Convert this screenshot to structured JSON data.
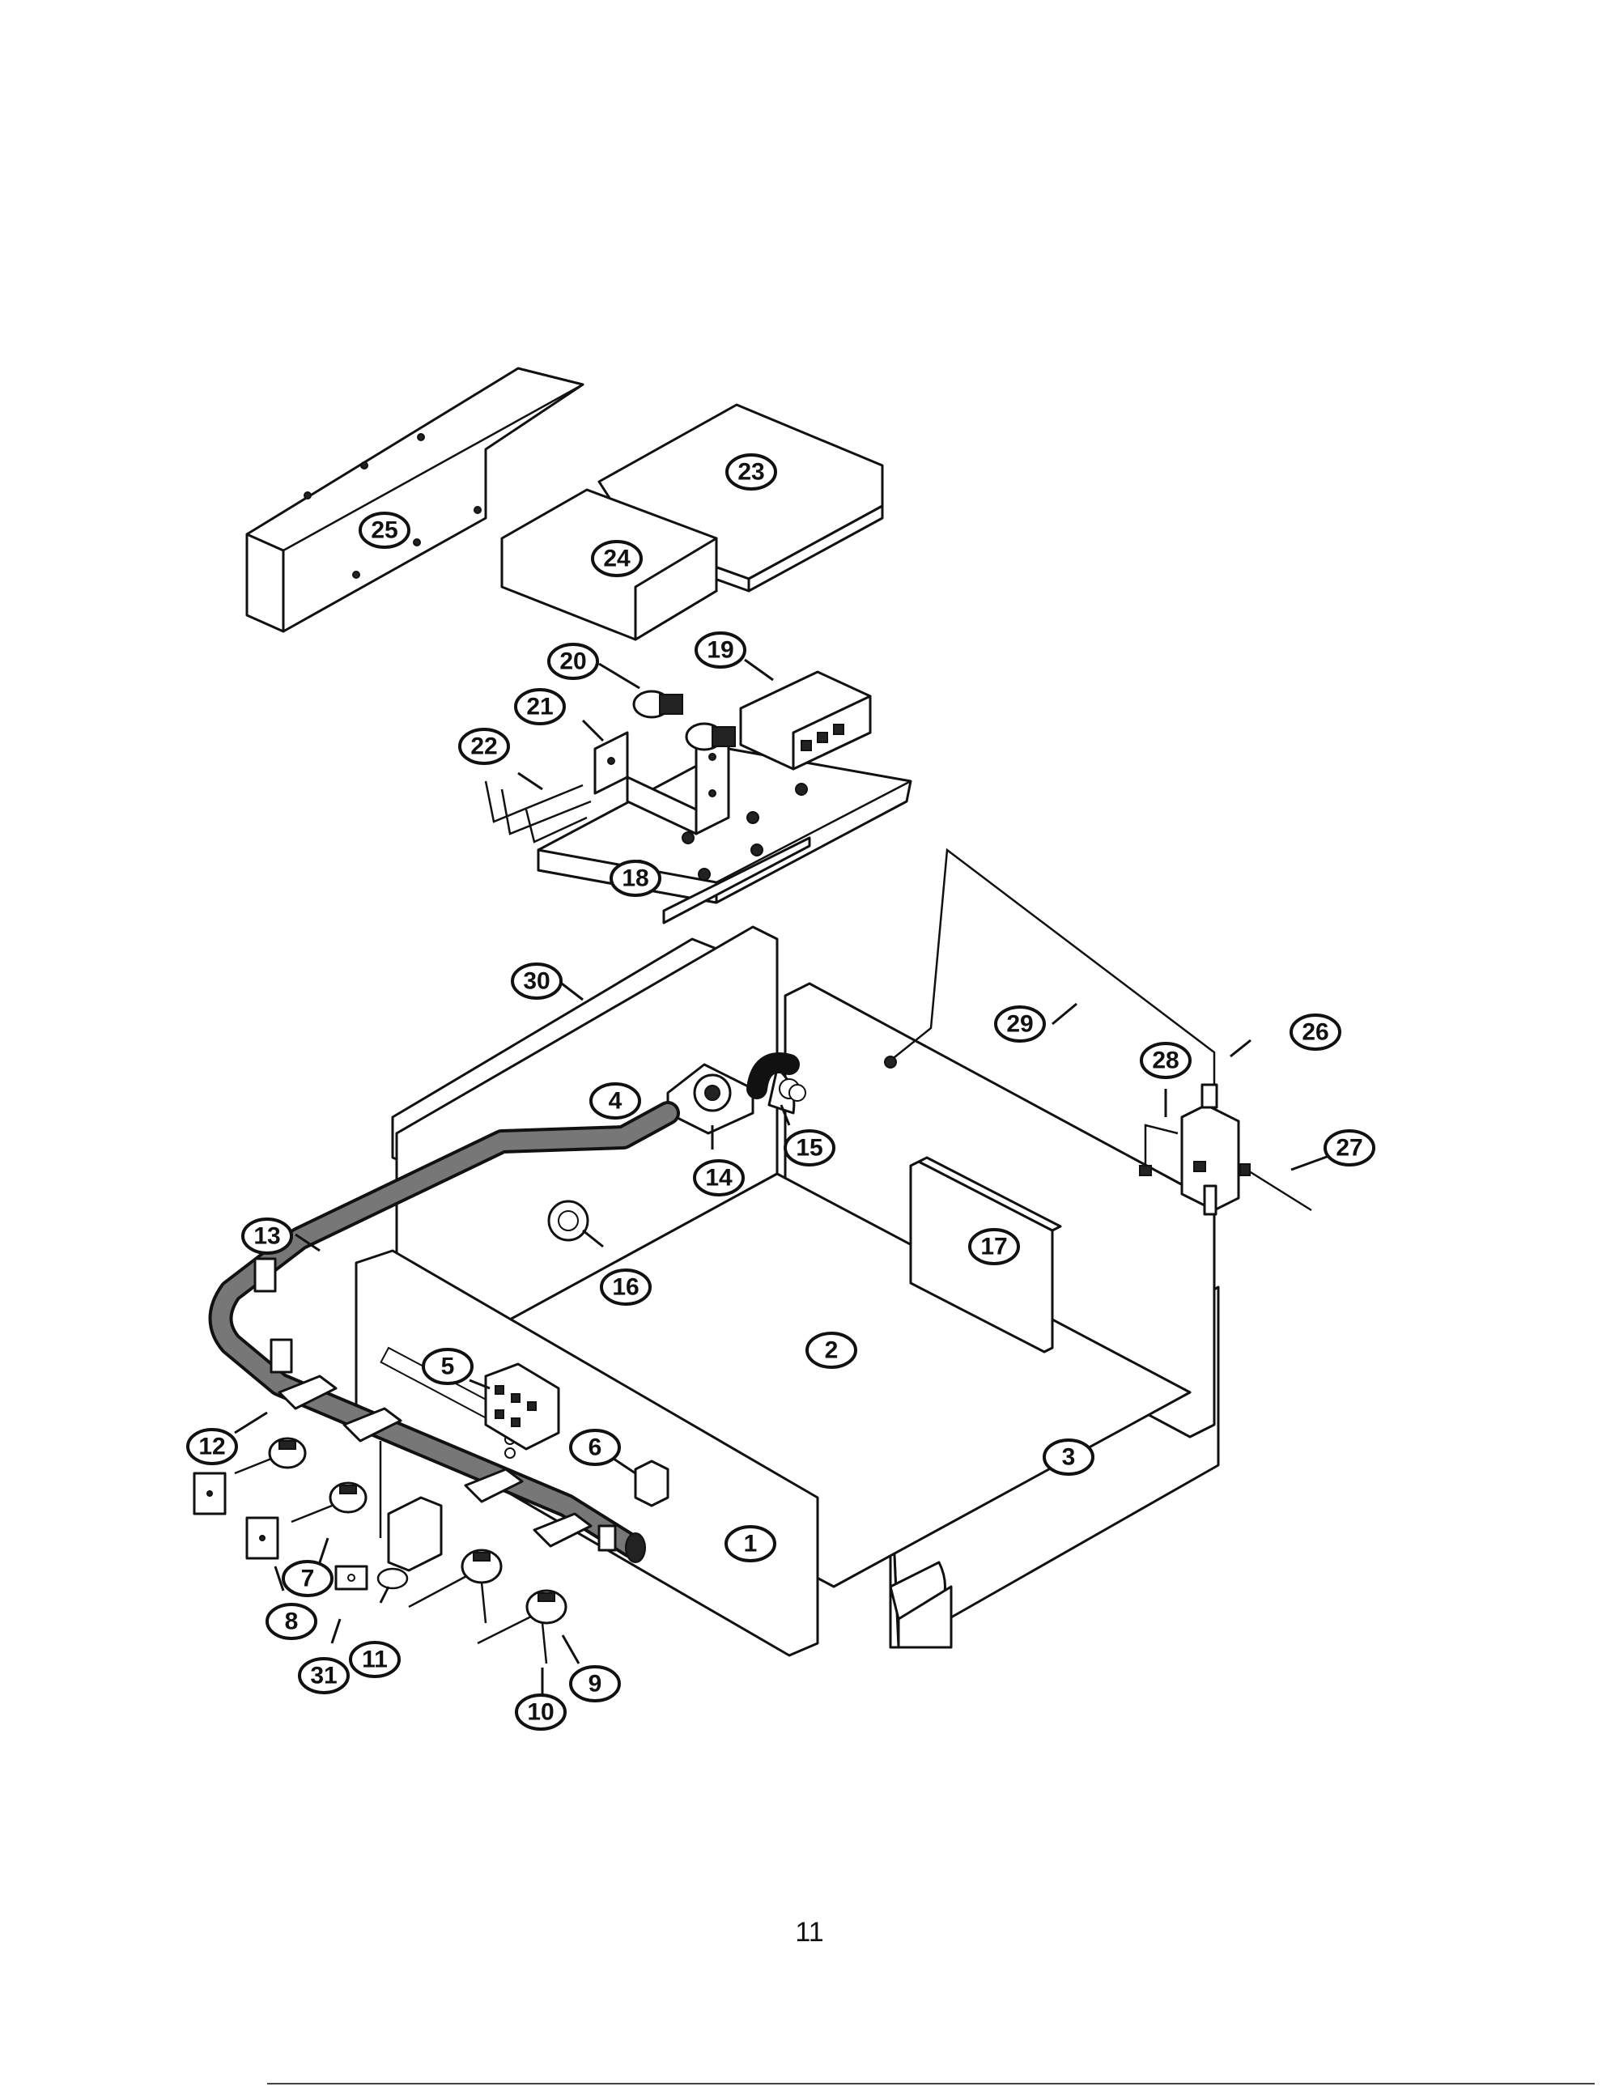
{
  "page_number": "11",
  "callouts": [
    {
      "id": "c1",
      "label": "1"
    },
    {
      "id": "c2",
      "label": "2"
    },
    {
      "id": "c3",
      "label": "3"
    },
    {
      "id": "c4",
      "label": "4"
    },
    {
      "id": "c5",
      "label": "5"
    },
    {
      "id": "c6",
      "label": "6"
    },
    {
      "id": "c7",
      "label": "7"
    },
    {
      "id": "c8",
      "label": "8"
    },
    {
      "id": "c9",
      "label": "9"
    },
    {
      "id": "c10",
      "label": "10"
    },
    {
      "id": "c11",
      "label": "11"
    },
    {
      "id": "c12",
      "label": "12"
    },
    {
      "id": "c13",
      "label": "13"
    },
    {
      "id": "c14",
      "label": "14"
    },
    {
      "id": "c15",
      "label": "15"
    },
    {
      "id": "c16",
      "label": "16"
    },
    {
      "id": "c17",
      "label": "17"
    },
    {
      "id": "c18",
      "label": "18"
    },
    {
      "id": "c19",
      "label": "19"
    },
    {
      "id": "c20",
      "label": "20"
    },
    {
      "id": "c21",
      "label": "21"
    },
    {
      "id": "c22",
      "label": "22"
    },
    {
      "id": "c23",
      "label": "23"
    },
    {
      "id": "c24",
      "label": "24"
    },
    {
      "id": "c25",
      "label": "25"
    },
    {
      "id": "c26",
      "label": "26"
    },
    {
      "id": "c27",
      "label": "27"
    },
    {
      "id": "c28",
      "label": "28"
    },
    {
      "id": "c29",
      "label": "29"
    },
    {
      "id": "c30",
      "label": "30"
    },
    {
      "id": "c31",
      "label": "31"
    }
  ]
}
